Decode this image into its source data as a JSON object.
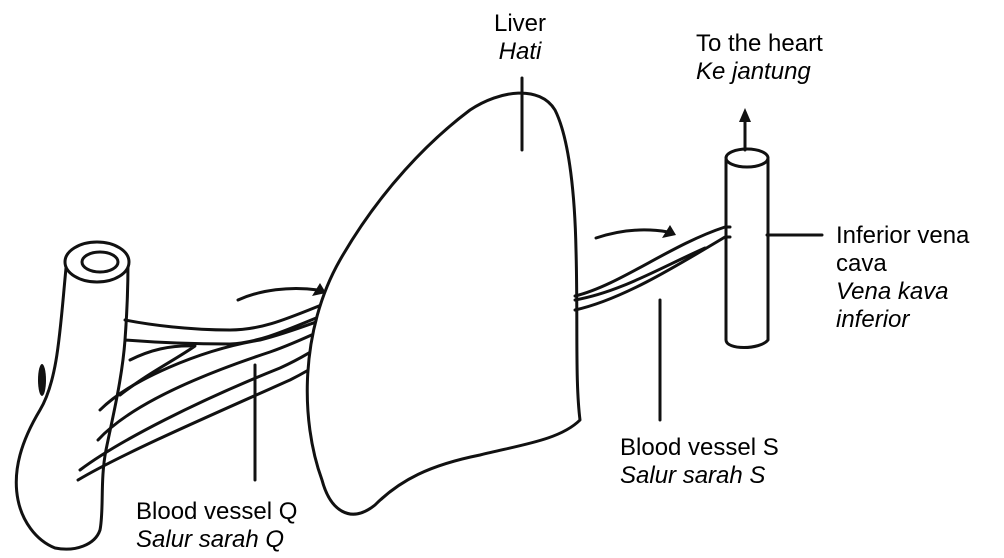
{
  "labels": {
    "liver": {
      "en": "Liver",
      "ms": "Hati"
    },
    "heart": {
      "en": "To the heart",
      "ms": "Ke jantung"
    },
    "ivc": {
      "en_1": "Inferior vena",
      "en_2": "cava",
      "ms_1": "Vena kava",
      "ms_2": "inferior"
    },
    "vessel_s": {
      "en": "Blood vessel S",
      "ms": "Salur sarah S"
    },
    "vessel_q": {
      "en": "Blood vessel Q",
      "ms": "Salur sarah Q"
    }
  }
}
